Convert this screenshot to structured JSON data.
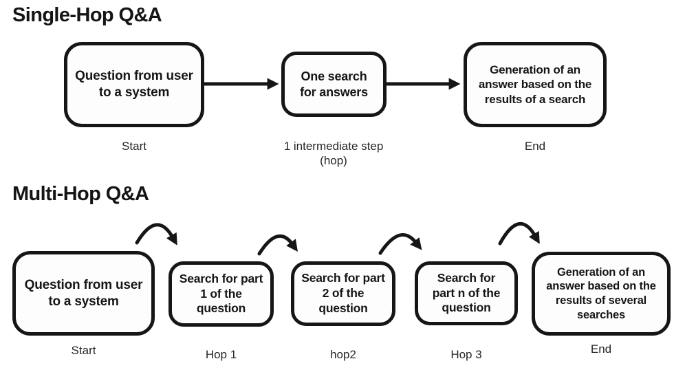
{
  "page": {
    "background_color": "#ffffff",
    "ink_color": "#1a1a1a"
  },
  "sections": [
    {
      "title": "Single-Hop Q&A",
      "nodes": [
        {
          "text": "Question from user to a system",
          "caption": "Start"
        },
        {
          "text": "One search for answers",
          "caption": "1 intermediate step (hop)"
        },
        {
          "text": "Generation of an answer based on the results of a search",
          "caption": "End"
        }
      ],
      "connector_style": "straight-arrow"
    },
    {
      "title": "Multi-Hop Q&A",
      "nodes": [
        {
          "text": "Question from user to a system",
          "caption": "Start"
        },
        {
          "text": "Search for part 1 of the question",
          "caption": "Hop 1"
        },
        {
          "text": "Search for part 2 of the question",
          "caption": "hop2"
        },
        {
          "text": "Search for part n of the question",
          "caption": "Hop 3"
        },
        {
          "text": "Generation of an answer based on the results of several searches",
          "caption": "End"
        }
      ],
      "connector_style": "hop-arc-arrow"
    }
  ]
}
